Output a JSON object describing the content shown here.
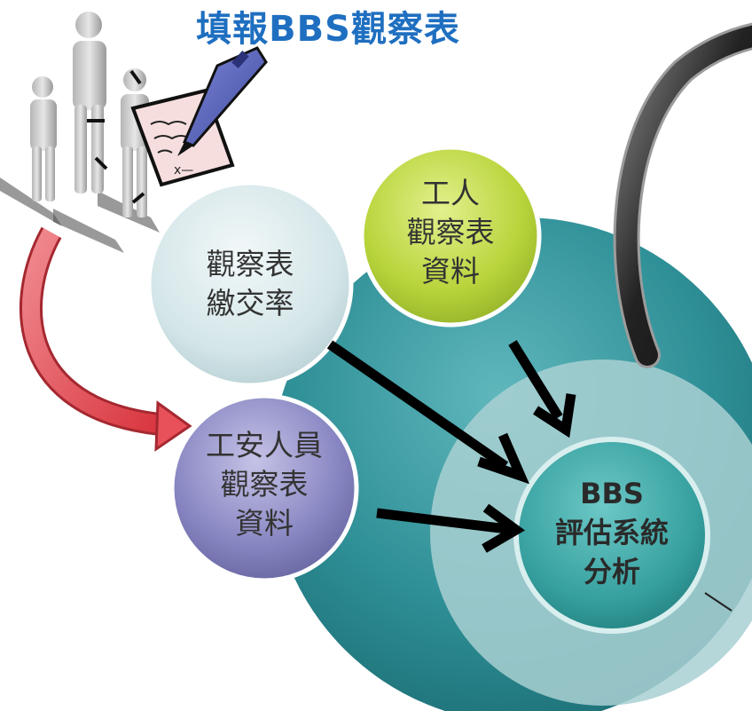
{
  "title": "填報BBS觀察表",
  "nodes": {
    "submission_rate": {
      "lines": [
        "觀察表",
        "繳交率"
      ]
    },
    "worker_data": {
      "lines": [
        "工人",
        "觀察表",
        "資料"
      ]
    },
    "safety_staff_data": {
      "lines": [
        "工安人員",
        "觀察表",
        "資料"
      ]
    },
    "bbs_system": {
      "lines": [
        "BBS",
        "評估系統",
        "分析"
      ]
    }
  },
  "colors": {
    "title": "#1f6fc0",
    "big_circle": "#2e8f96",
    "inner_ring": "#a8cfd0",
    "center_circle": "#3aa6a8",
    "submission_circle": "#dbe9ec",
    "worker_circle": "#b7d33b",
    "safety_circle": "#7e7cb8",
    "curved_arrow": "#e8505a"
  },
  "icons": [
    "people-figures-icon",
    "clipboard-icon",
    "pen-icon",
    "curved-arrow-icon"
  ]
}
